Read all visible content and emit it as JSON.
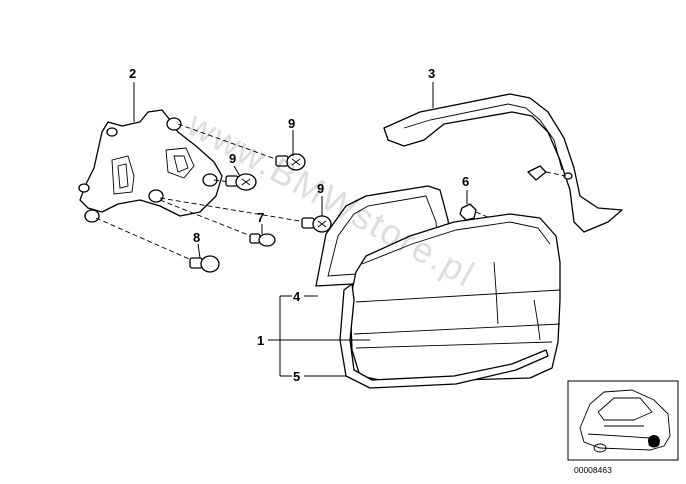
{
  "diagram": {
    "labels": [
      {
        "id": "1",
        "text": "1"
      },
      {
        "id": "2",
        "text": "2"
      },
      {
        "id": "3",
        "text": "3"
      },
      {
        "id": "4",
        "text": "4"
      },
      {
        "id": "5",
        "text": "5"
      },
      {
        "id": "6",
        "text": "6"
      },
      {
        "id": "7",
        "text": "7"
      },
      {
        "id": "8",
        "text": "8"
      },
      {
        "id": "9a",
        "text": "9"
      },
      {
        "id": "9b",
        "text": "9"
      },
      {
        "id": "9c",
        "text": "9"
      }
    ],
    "watermark": "www.BMWstore.pl",
    "diagram_number": "00008463"
  }
}
